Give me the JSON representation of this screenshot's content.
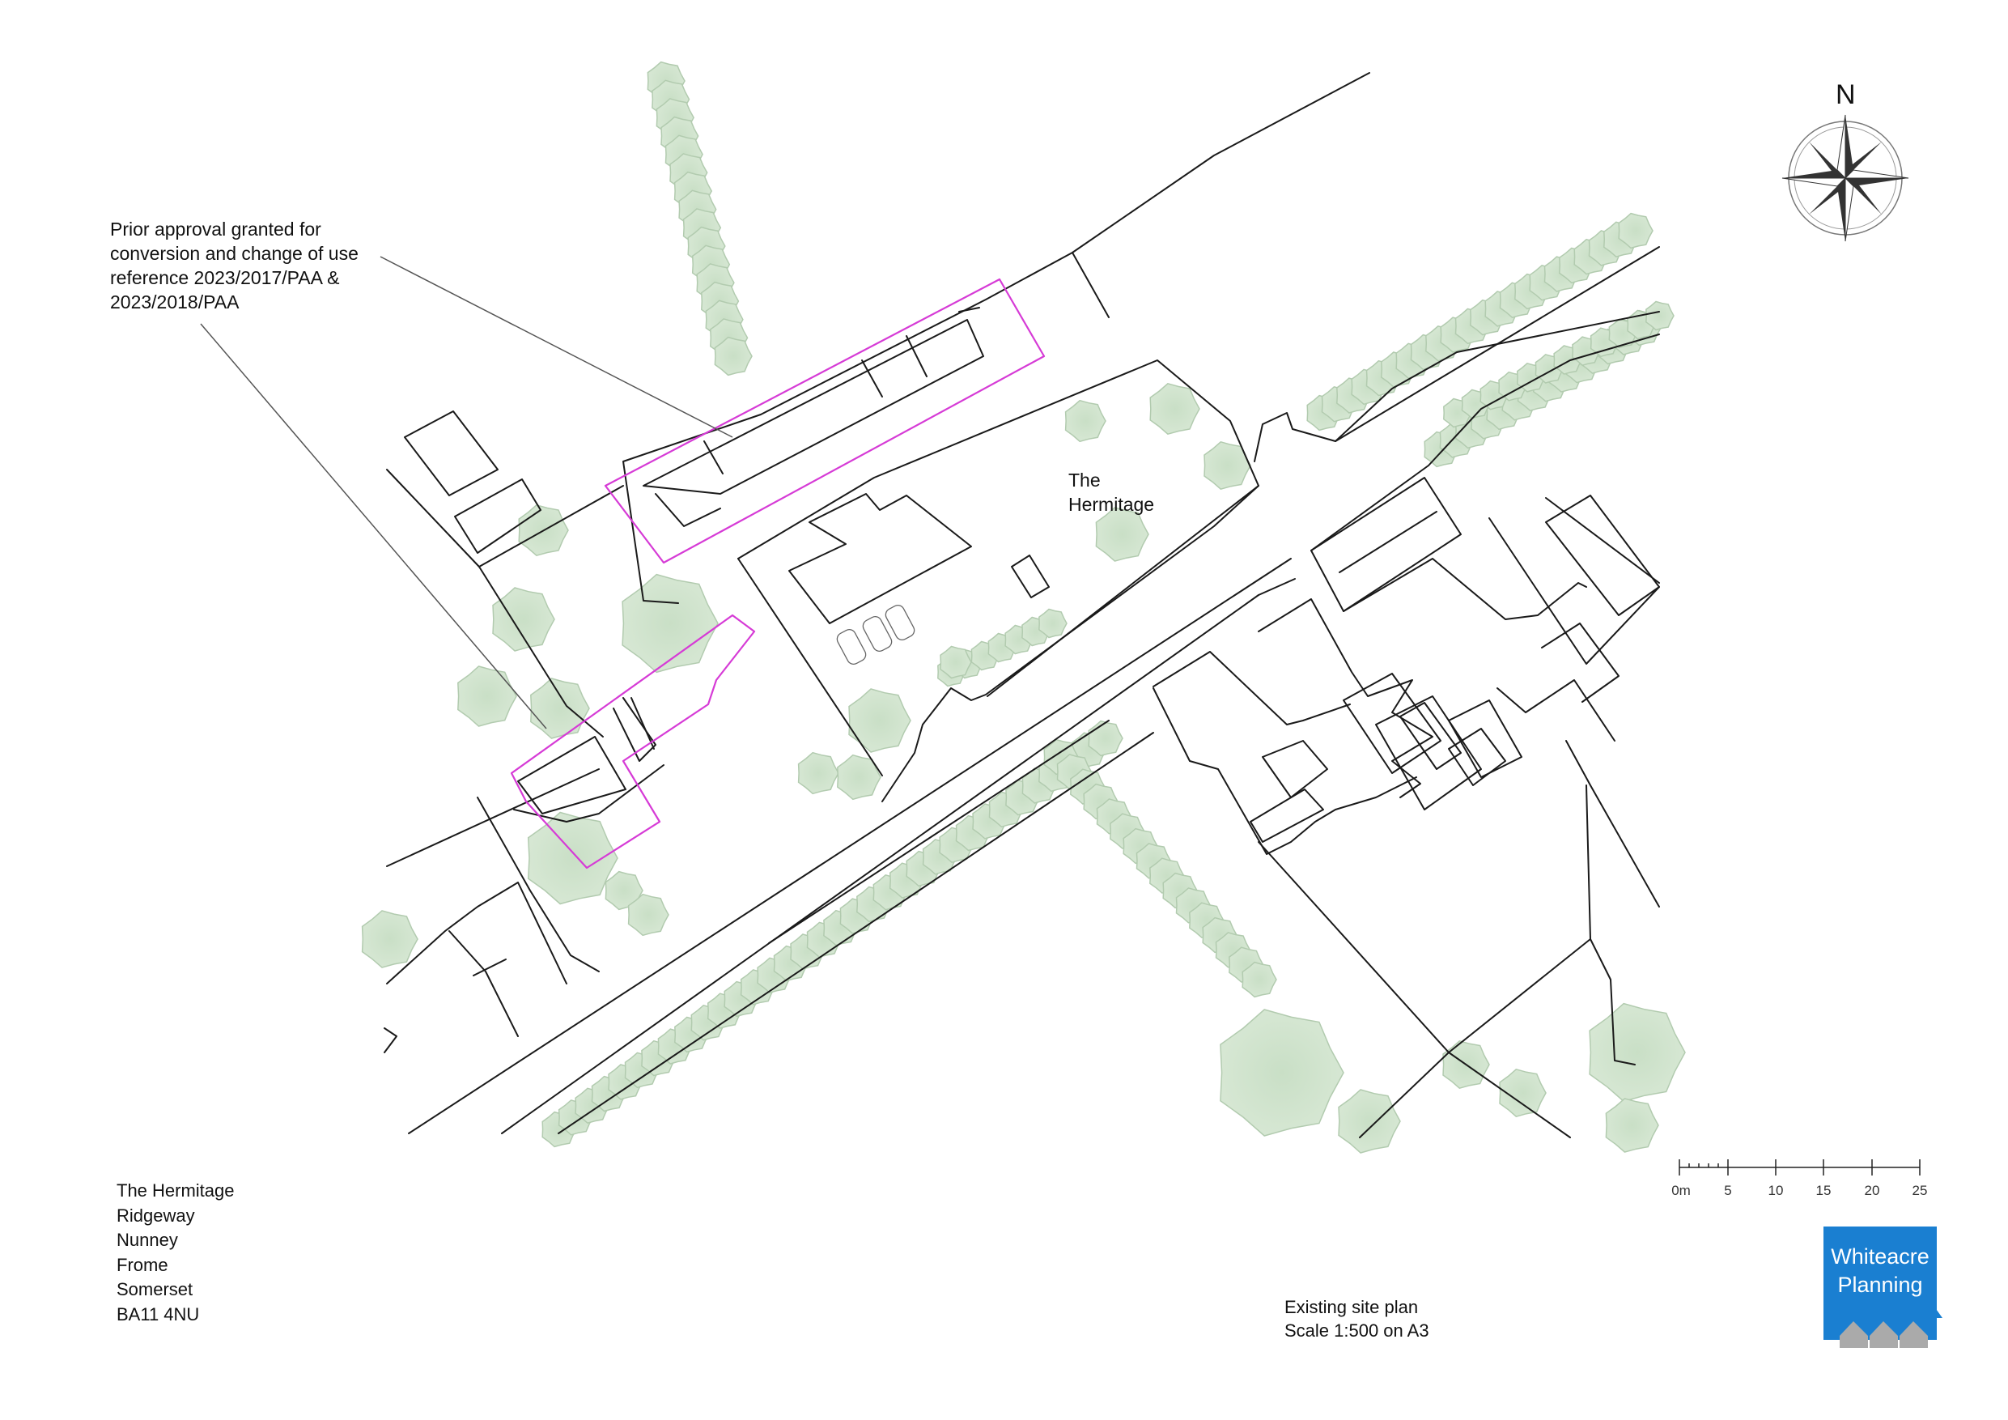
{
  "annotation": {
    "lines": [
      "Prior approval granted for",
      "conversion and change of use",
      "reference 2023/2017/PAA &",
      "2023/2018/PAA"
    ]
  },
  "site_label": [
    "The",
    "Hermitage"
  ],
  "address": [
    "The Hermitage",
    "Ridgeway",
    "Nunney",
    "Frome",
    "Somerset",
    "BA11 4NU"
  ],
  "plan_info": [
    "Existing site plan",
    "Scale 1:500 on A3"
  ],
  "north_arrow": {
    "label": "N"
  },
  "scale_bar": {
    "unit": "m",
    "ticks": [
      "0m",
      "5",
      "10",
      "15",
      "20",
      "25"
    ]
  },
  "logo": {
    "lines": [
      "Whiteacre",
      "Planning"
    ],
    "color": "#1a7fd1"
  },
  "colors": {
    "linework": "#1a1a1a",
    "boundary": "#d63bd6",
    "tree_fill": "#cfe2cc",
    "tree_stroke": "#a9c4a6",
    "leader": "#555555"
  }
}
